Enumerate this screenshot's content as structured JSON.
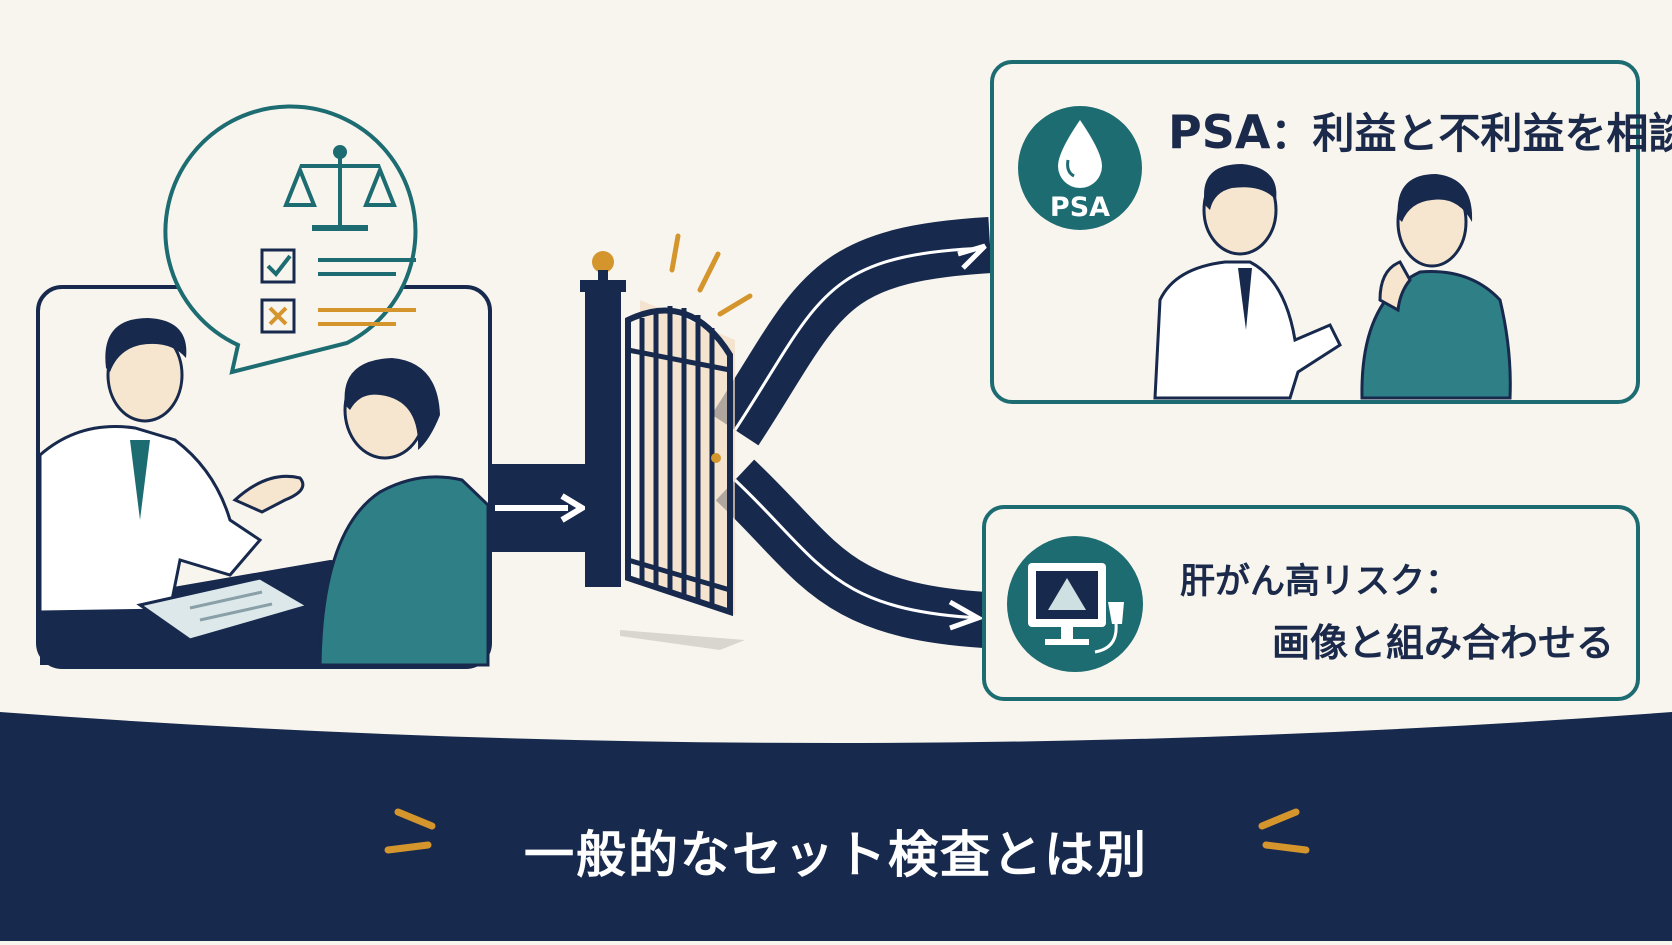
{
  "psa_panel": {
    "icon_label": "PSA",
    "title_prefix": "PSA",
    "title_rest": "：利益と不利益を相談"
  },
  "liver_panel": {
    "line1": "肝がん高リスク：",
    "line2": "画像と組み合わせる"
  },
  "banner": {
    "text": "一般的なセット検査とは別"
  },
  "colors": {
    "navy": "#17294d",
    "teal": "#1d6c72",
    "teal_light": "#2f7f86",
    "gold": "#d4952d",
    "background": "#f8f5ee"
  }
}
